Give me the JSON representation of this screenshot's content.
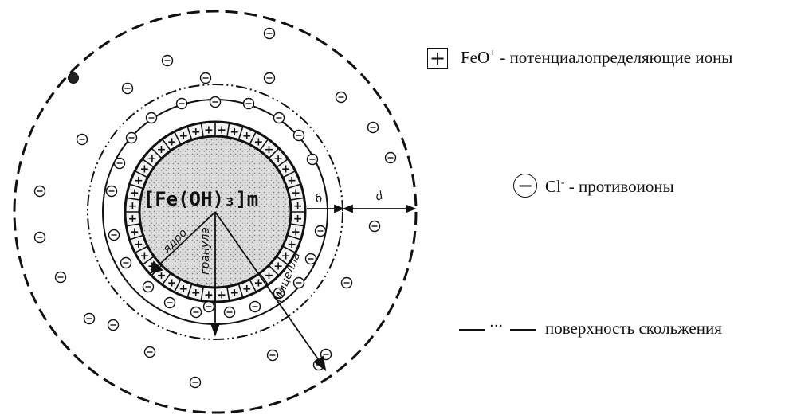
{
  "diagram": {
    "core_formula": "[Fe(OH)₃]m",
    "label_core": "ядро",
    "label_granule": "гранула",
    "label_micelle": "Мицелла",
    "label_delta": "δ",
    "label_d": "d"
  },
  "legend": {
    "plus_symbol": "+",
    "plus_ion": "FeO",
    "plus_charge": "+",
    "plus_text": " - потенциалопределяющие ионы",
    "minus_symbol": "−",
    "minus_ion": "Cl",
    "minus_charge": "-",
    "minus_text": " - противоионы",
    "dots": "···",
    "slip_text": "поверхность скольжения"
  },
  "colors": {
    "ink": "#111111",
    "core_fill": "#d9d9d9",
    "background": "#ffffff"
  }
}
